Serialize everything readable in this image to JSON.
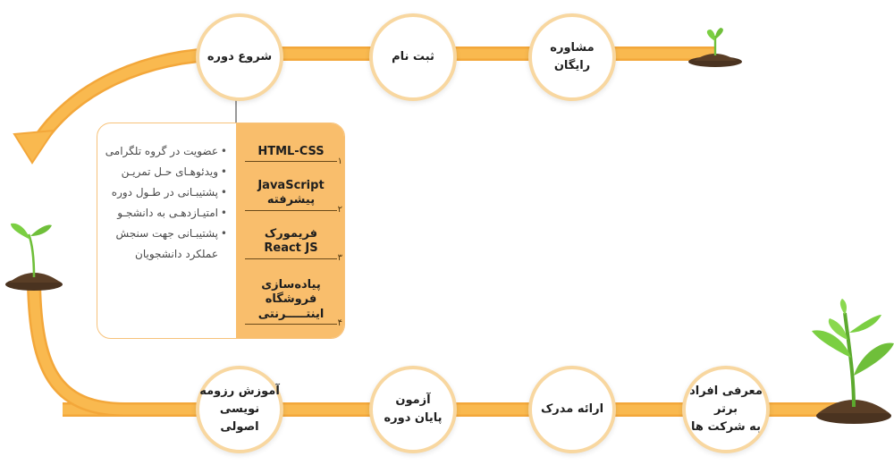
{
  "colors": {
    "track": "#f9b94f",
    "track_edge": "#f3a73a",
    "circle_border": "#f8d7a0",
    "panel_fill": "#f9be6c",
    "panel_border": "#f7c27a",
    "plant_green": "#6fbf3a",
    "soil": "#4a3320"
  },
  "steps": {
    "free_consultation": "مشاوره رایگان",
    "registration": "ثبت نام",
    "course_start": "شروع دوره",
    "resume_training": "آموزش رزومه\nنویسی اصولی",
    "final_exam": "آزمون\nپایان دوره",
    "certificate": "ارائه مدرک",
    "company_intro": "معرفی افراد برتر\nبه شرکت ها"
  },
  "modules": [
    {
      "title": "HTML-CSS",
      "number": "۱"
    },
    {
      "title": "JavaScript\nپیشرفته",
      "number": "۲"
    },
    {
      "title": "فریمورک\nReact JS",
      "number": "۳"
    },
    {
      "title": "پیاده‌سازی فروشگاه\nاینتـــــرنتی",
      "number": "۴"
    }
  ],
  "features": [
    "عضویت در گروه تلگرامی",
    "ویدئوهـای حـل تمریـن",
    "پشتیبـانی در طـول دوره",
    "امتیـازدهـی به دانشجـو",
    "پشتیبـانی جهت سنجش عملکرد دانشجویان"
  ],
  "icons": [
    "sprout-icon",
    "sprout-icon",
    "plant-icon",
    "pin-icon",
    "arrow-head-icon"
  ]
}
